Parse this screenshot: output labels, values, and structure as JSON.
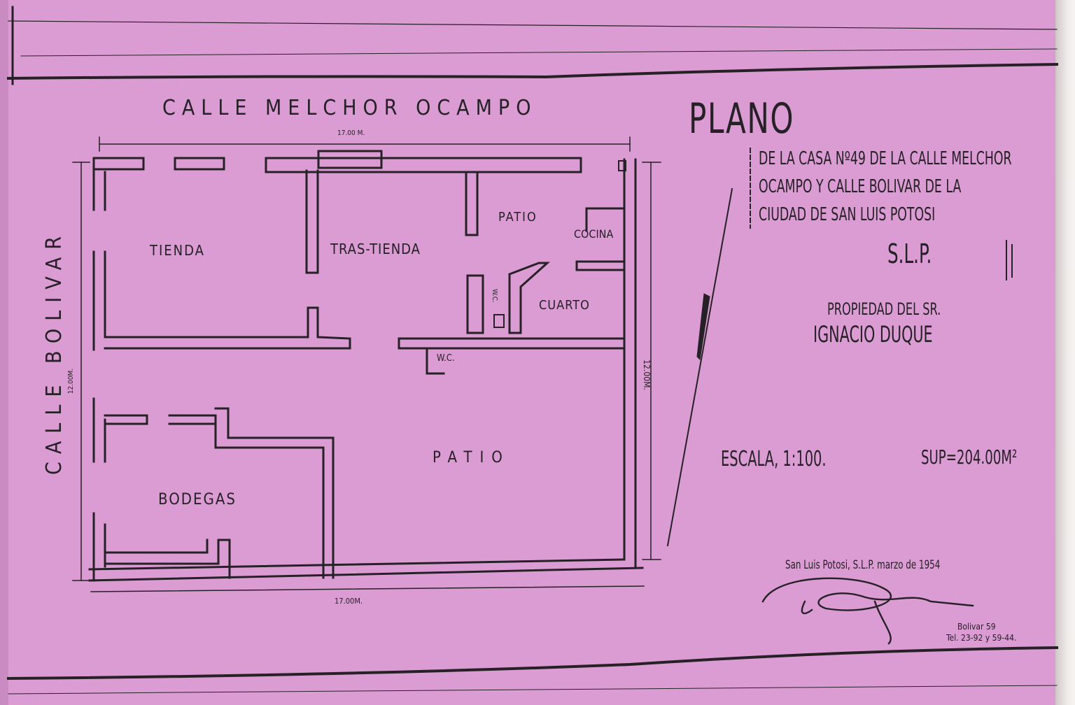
{
  "document": {
    "sheet_color": "#db9bd3",
    "ink_color": "#262126"
  },
  "streets": {
    "top": "CALLE MELCHOR OCAMPO",
    "side": "CALLE BOLIVAR"
  },
  "rooms": {
    "tienda": "TIENDA",
    "trastienda": "TRAS-TIENDA",
    "patio_small": "PATIO",
    "cocina": "COCINA",
    "cuarto": "CUARTO",
    "wc_small": "W.C.",
    "wc": "W.C.",
    "patio": "PATIO",
    "bodegas": "BODEGAS"
  },
  "dimensions": {
    "top": "17.00 M.",
    "bottom": "17.00M.",
    "left": "12.00M.",
    "right": "12.00M."
  },
  "title_block": {
    "title": "PLANO",
    "desc_line1": "DE LA CASA Nº49 DE LA CALLE MELCHOR",
    "desc_line2": "OCAMPO Y CALLE BOLIVAR DE LA",
    "desc_line3": "CIUDAD DE SAN LUIS POTOSI",
    "state": "S.L.P.",
    "owner_label": "PROPIEDAD DEL SR.",
    "owner_name": "IGNACIO DUQUE",
    "scale": "ESCALA, 1:100.",
    "surface": "SUP=204.00M²",
    "place_date": "San Luis Potosi, S.L.P. marzo de 1954",
    "address": "Bolivar 59",
    "phone": "Tel. 23-92 y 59-44."
  }
}
